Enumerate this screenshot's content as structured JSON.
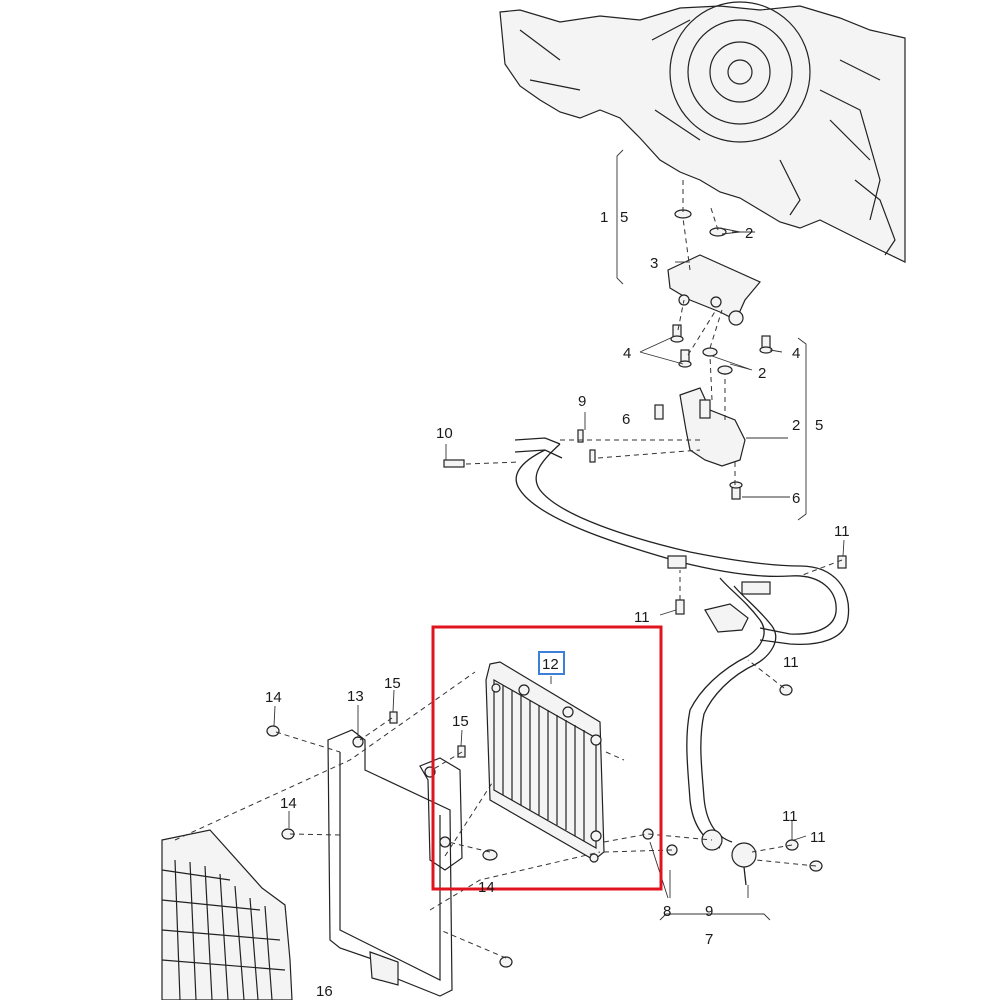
{
  "diagram": {
    "callouts": [
      {
        "id": "c1",
        "text": "1"
      },
      {
        "id": "c5a",
        "text": "5"
      },
      {
        "id": "c2a",
        "text": "2"
      },
      {
        "id": "c3",
        "text": "3"
      },
      {
        "id": "c4a",
        "text": "4"
      },
      {
        "id": "c4b",
        "text": "4"
      },
      {
        "id": "c2b",
        "text": "2"
      },
      {
        "id": "c9a",
        "text": "9"
      },
      {
        "id": "c6a",
        "text": "6"
      },
      {
        "id": "c2c",
        "text": "2"
      },
      {
        "id": "c5b",
        "text": "5"
      },
      {
        "id": "c6b",
        "text": "6"
      },
      {
        "id": "c10",
        "text": "10"
      },
      {
        "id": "c11a",
        "text": "11"
      },
      {
        "id": "c11b",
        "text": "11"
      },
      {
        "id": "c11c",
        "text": "11"
      },
      {
        "id": "c11d",
        "text": "11"
      },
      {
        "id": "c11e",
        "text": "11"
      },
      {
        "id": "c12",
        "text": "12"
      },
      {
        "id": "c13",
        "text": "13"
      },
      {
        "id": "c14a",
        "text": "14"
      },
      {
        "id": "c14b",
        "text": "14"
      },
      {
        "id": "c14c",
        "text": "14"
      },
      {
        "id": "c15a",
        "text": "15"
      },
      {
        "id": "c15b",
        "text": "15"
      },
      {
        "id": "c16",
        "text": "16"
      },
      {
        "id": "c8",
        "text": "8"
      },
      {
        "id": "c9b",
        "text": "9"
      },
      {
        "id": "c7",
        "text": "7"
      }
    ],
    "highlight": {
      "color": "#e0141e",
      "target": "12"
    },
    "label_box_color": "#3b7fd6"
  }
}
